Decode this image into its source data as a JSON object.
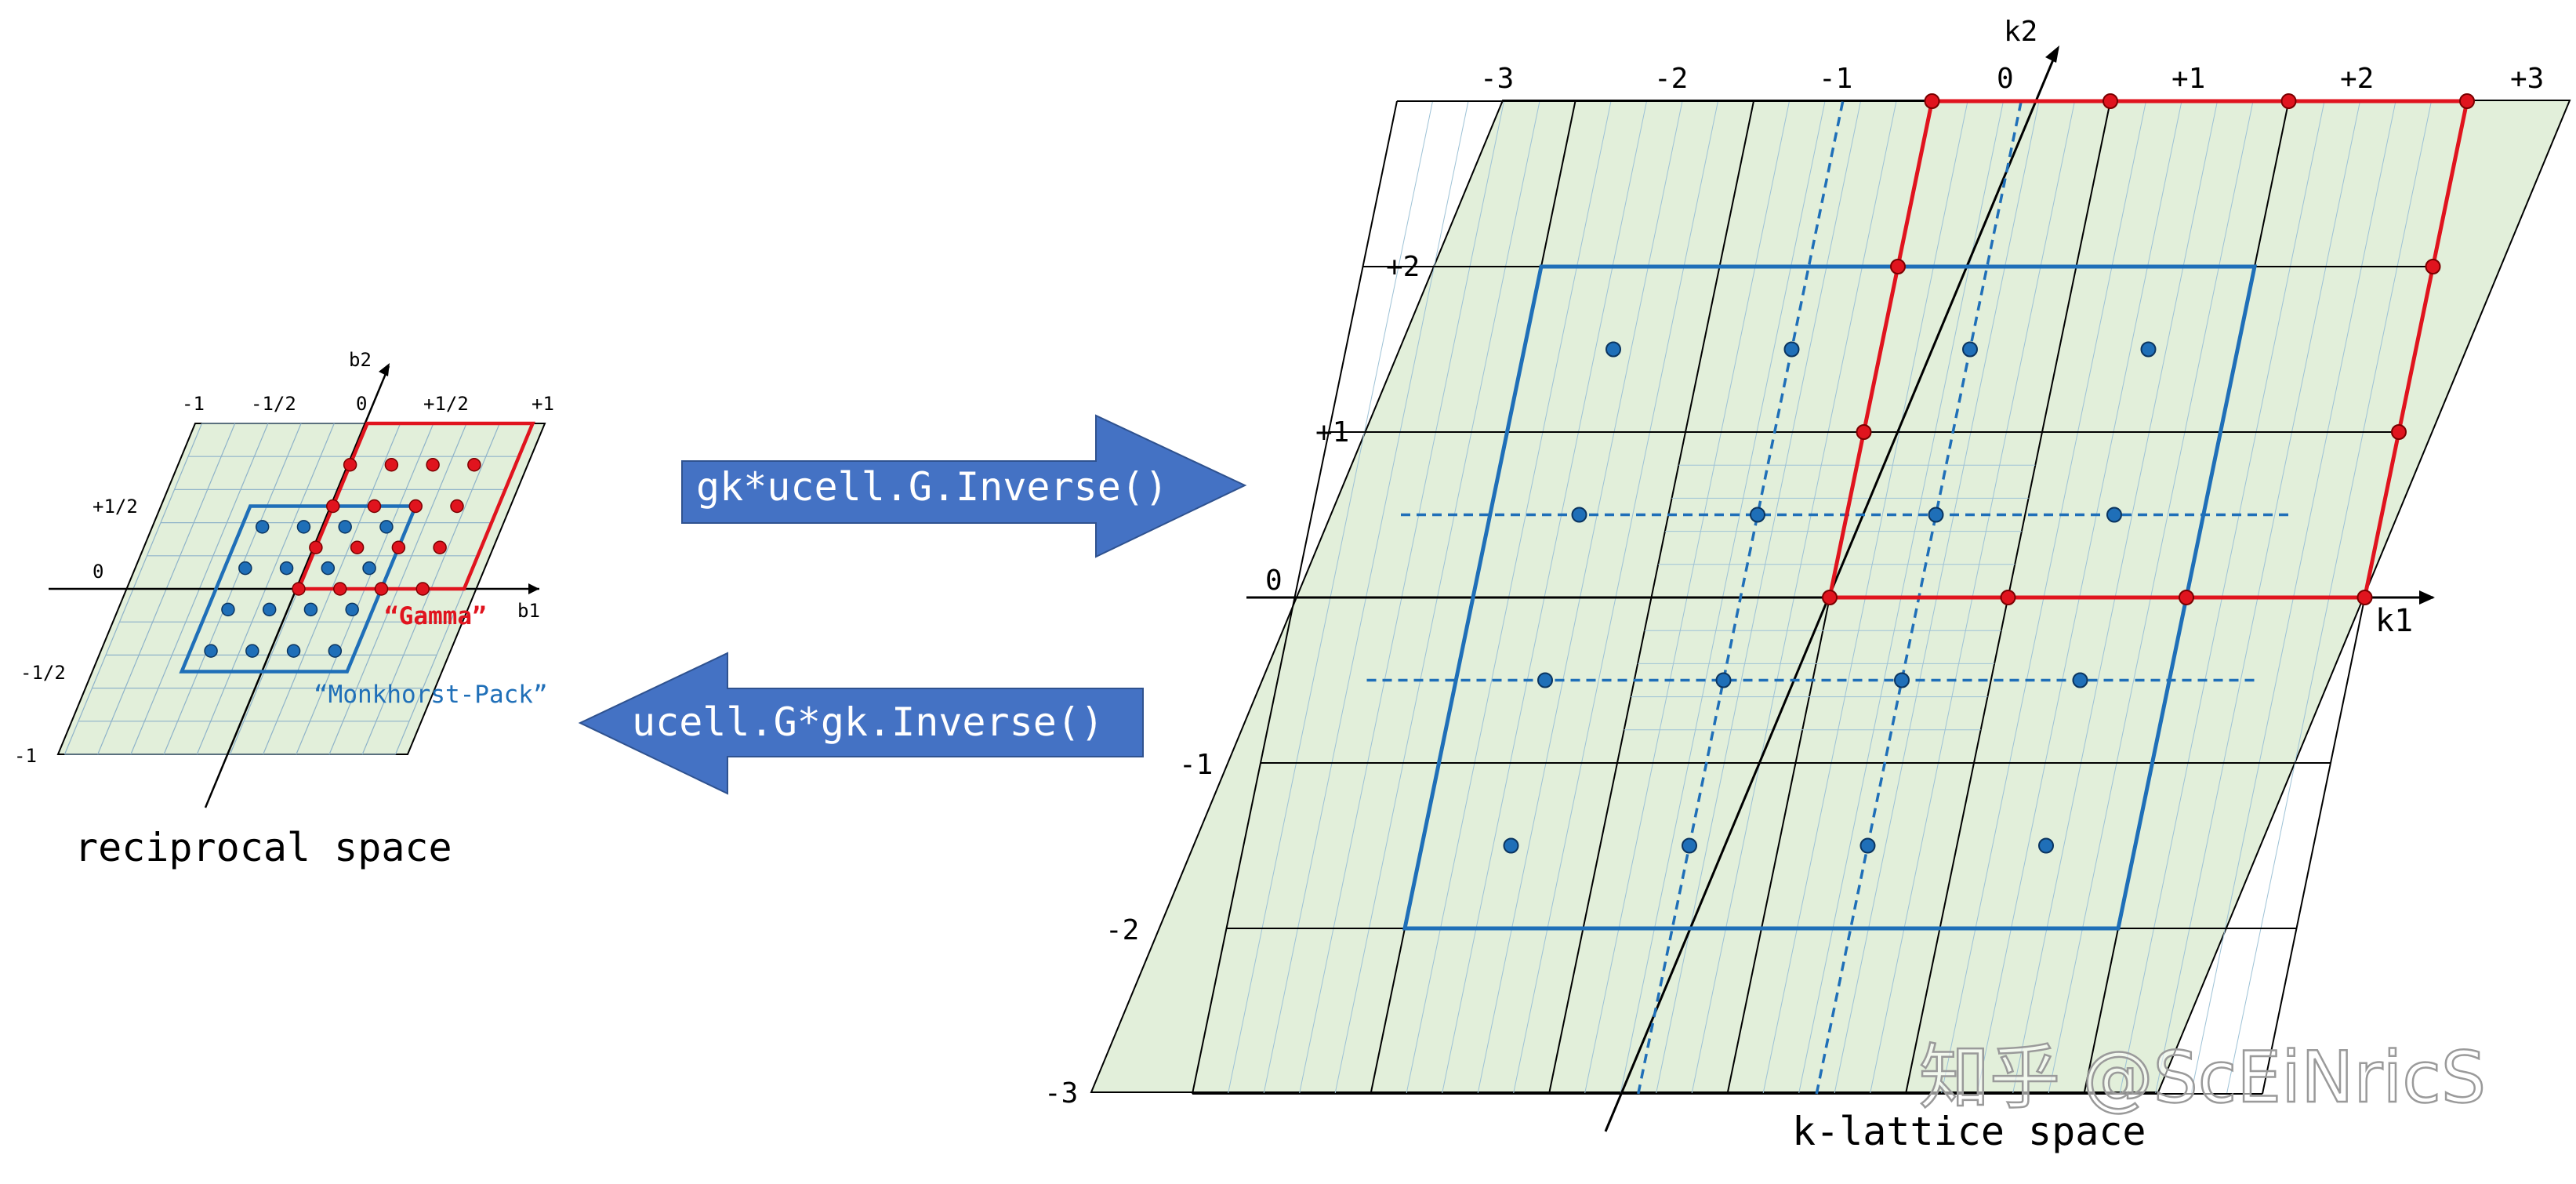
{
  "small_panel": {
    "axis_b1": "b1",
    "axis_b2": "b2",
    "top_ticks": [
      "-1",
      "-1/2",
      "0",
      "+1/2",
      "+1"
    ],
    "left_ticks": [
      "+1/2",
      "0",
      "-1/2",
      "-1"
    ],
    "gamma_label": "“Gamma”",
    "mp_label": "“Monkhorst-Pack”",
    "caption": "reciprocal space"
  },
  "arrows": {
    "forward": "gk*ucell.G.Inverse()",
    "backward": "ucell.G*gk.Inverse()"
  },
  "large_panel": {
    "axis_k1": "k1",
    "axis_k2": "k2",
    "top_ticks": [
      "-3",
      "-2",
      "-1",
      "0",
      "+1",
      "+2",
      "+3"
    ],
    "left_ticks": [
      "+2",
      "+1",
      "0",
      "-1",
      "-2",
      "-3"
    ],
    "caption": "k-lattice space"
  },
  "watermark": "知乎 @ScEiNricS",
  "colors": {
    "grid_fill": "#e2efda",
    "gamma": "#e0141e",
    "monkhorst": "#1f6fb8",
    "arrow": "#4472c4"
  }
}
